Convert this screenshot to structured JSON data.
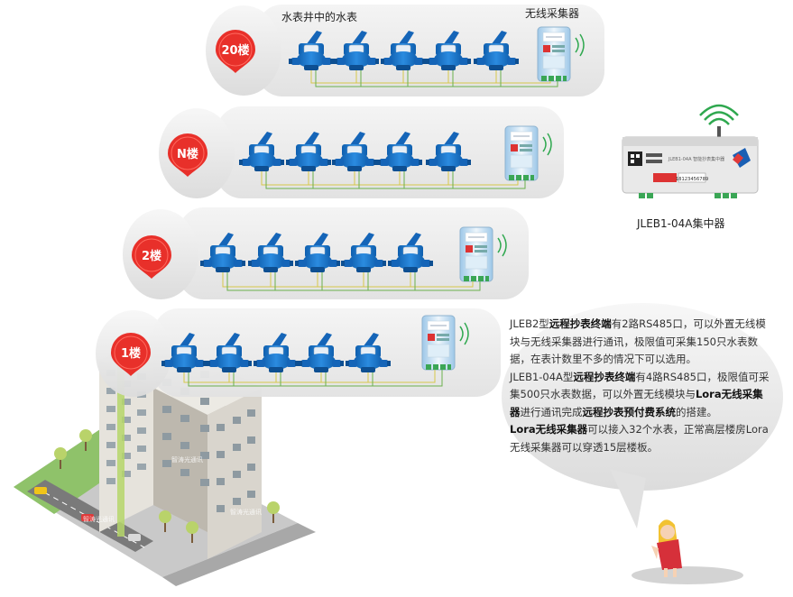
{
  "header": {
    "meters_label": "水表井中的水表",
    "collector_label": "无线采集器"
  },
  "floors": [
    {
      "label": "20楼",
      "meter_count": 5
    },
    {
      "label": "N楼",
      "meter_count": 5
    },
    {
      "label": "2楼",
      "meter_count": 5
    },
    {
      "label": "1楼",
      "meter_count": 5
    }
  ],
  "concentrator": {
    "label": "JLEB1-04A集中器",
    "device_text": "JLEB1-04A 智能抄表集中器",
    "screen_text": "18123456789"
  },
  "building": {
    "watermark": "智涛光通讯"
  },
  "description": {
    "p1": {
      "a": "JLEB2型",
      "b": "远程抄表终端",
      "c": "有2路RS485口，可以外置无线模块与无线采集器进行通讯，极限值可采集150只水表数据，在表计数里不多的情况下可以选用。"
    },
    "p2": {
      "a": "JLEB1-04A型",
      "b": "远程抄表终端",
      "c": "有4路RS485口，极限值可采集500只水表数据，可以外置无线模块与",
      "d": "Lora无线采集器",
      "e": "进行通讯完成",
      "f": "远程抄表预付费系统",
      "g": "的搭建。"
    },
    "p3": {
      "a": "Lora无线采集器",
      "b": "可以接入32个水表，正常高层楼房Lora无线采集器可以穿透15层楼板。"
    }
  },
  "colors": {
    "meter_blue": "#1a73c8",
    "badge_red": "#e8302a",
    "wire_yellow": "#d6c84a",
    "wire_green": "#6ab04c",
    "signal_green": "#2fa84f",
    "panel_gray": "#ececec"
  }
}
